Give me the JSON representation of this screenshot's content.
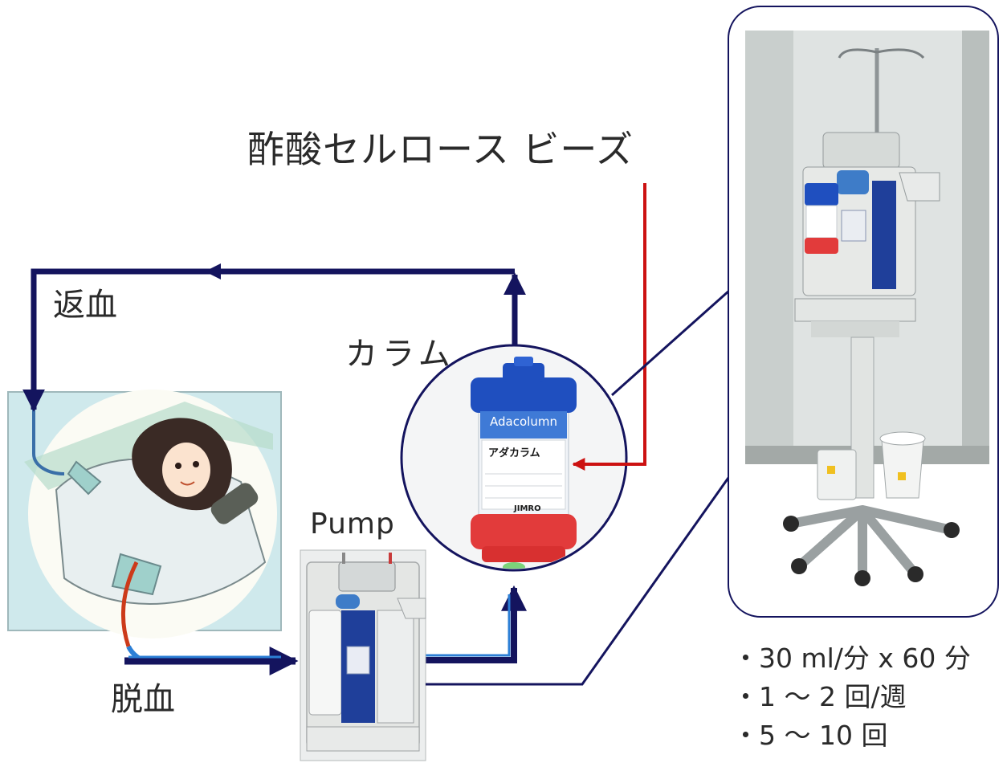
{
  "labels": {
    "beads": "酢酸セルロース ビーズ",
    "return_blood": "返血",
    "column": "カラム",
    "pump": "Pump",
    "draw_blood": "脱血"
  },
  "column_device": {
    "brand": "Adacolumn",
    "product_name": "アダカラム",
    "maker": "JIMRO"
  },
  "notes": [
    "・30 ml/分 x 60 分",
    "・1 ～ 2 回/週",
    "・5 ～ 10 回"
  ],
  "colors": {
    "flow_line": "#14145e",
    "beads_pointer": "#cc1111",
    "column_cap": "#1f4fbf",
    "column_base": "#e23b3b",
    "device_panel": "#1f3f9a"
  }
}
